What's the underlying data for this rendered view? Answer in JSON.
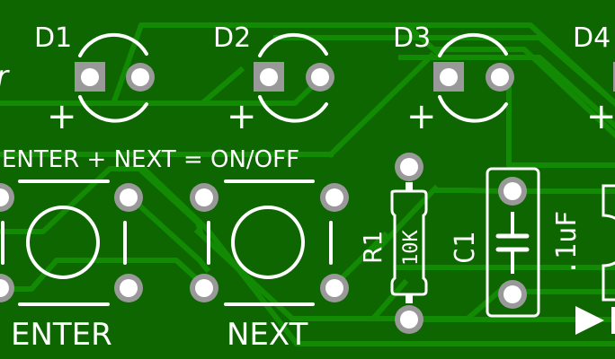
{
  "board": {
    "colors": {
      "substrate": "#0d6600",
      "trace": "#128a04",
      "silkscreen": "#ffffff",
      "pad_ring": "#999999",
      "pad_hole": "#ffffff"
    }
  },
  "leds": [
    {
      "ref": "D1",
      "polarity": "+"
    },
    {
      "ref": "D2",
      "polarity": "+"
    },
    {
      "ref": "D3",
      "polarity": "+"
    },
    {
      "ref": "D4",
      "polarity": "+"
    }
  ],
  "buttons": {
    "legend": "ENTER + NEXT = ON/OFF",
    "items": [
      {
        "label": "ENTER"
      },
      {
        "label": "NEXT"
      }
    ]
  },
  "resistor": {
    "ref": "R1",
    "value": "10K"
  },
  "capacitor": {
    "ref": "C1",
    "value": ".1uF"
  },
  "edge_fragment_left": "r"
}
